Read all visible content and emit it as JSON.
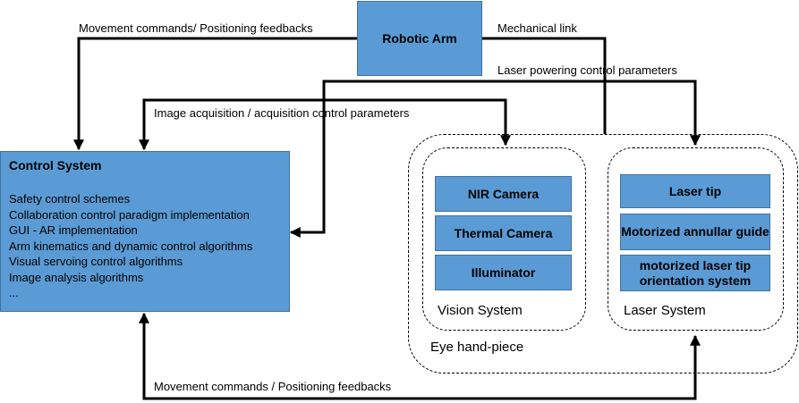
{
  "robotic_arm": {
    "label": "Robotic Arm"
  },
  "control_system": {
    "title": "Control System",
    "items": [
      "Safety control schemes",
      "Collaboration control paradigm implementation",
      "GUI - AR implementation",
      "Arm kinematics and dynamic control algorithms",
      "Visual servoing control algorithms",
      "Image analysis algorithms",
      "..."
    ]
  },
  "eye_handpiece": {
    "label": "Eye hand-piece"
  },
  "vision_system": {
    "label": "Vision System",
    "components": [
      "NIR Camera",
      "Thermal Camera",
      "Illuminator"
    ]
  },
  "laser_system": {
    "label": "Laser System",
    "components": [
      "Laser tip",
      "Motorized annullar guide",
      "motorized laser tip orientation system"
    ]
  },
  "links": {
    "arm_to_control": "Movement commands/ Positioning feedbacks",
    "mechanical": "Mechanical link",
    "laser_params": "Laser powering control parameters",
    "image_acq": "Image acquisition / acquisition control parameters",
    "laser_movement": "Movement commands / Positioning feedbacks"
  }
}
